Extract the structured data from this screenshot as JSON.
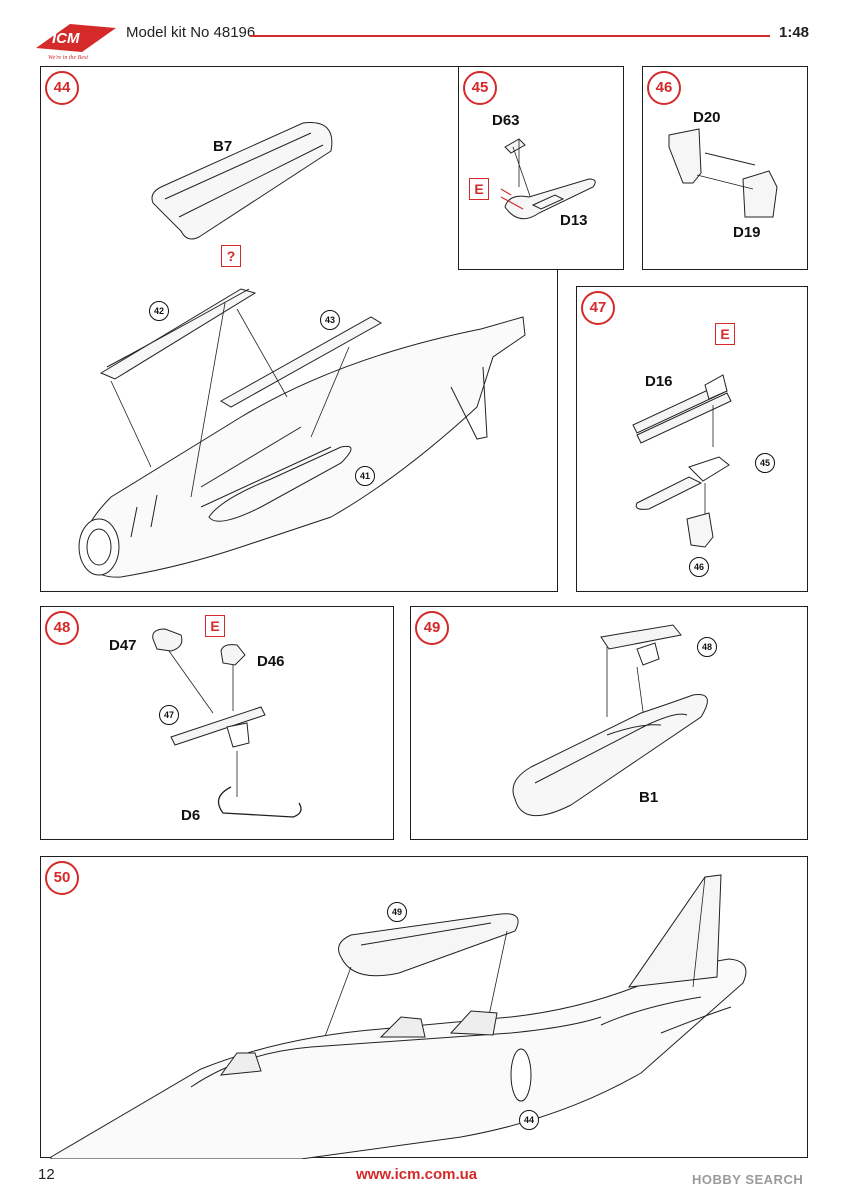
{
  "header": {
    "logo_text": "ICM",
    "logo_tagline": "We're in the Best",
    "title": "Model kit No 48196",
    "scale": "1:48"
  },
  "steps": {
    "s44": {
      "number": "44",
      "labels": {
        "b7": "B7",
        "query": "?",
        "r42": "42",
        "r43": "43",
        "r41": "41"
      }
    },
    "s45": {
      "number": "45",
      "labels": {
        "d63": "D63",
        "flag": "E",
        "d13": "D13"
      }
    },
    "s46": {
      "number": "46",
      "labels": {
        "d20": "D20",
        "d19": "D19"
      }
    },
    "s47": {
      "number": "47",
      "labels": {
        "flag": "E",
        "d16": "D16",
        "r45": "45",
        "r46": "46"
      }
    },
    "s48": {
      "number": "48",
      "labels": {
        "d47": "D47",
        "flag": "E",
        "d46": "D46",
        "r47": "47",
        "d6": "D6"
      }
    },
    "s49": {
      "number": "49",
      "labels": {
        "r48": "48",
        "b1": "B1"
      }
    },
    "s50": {
      "number": "50",
      "labels": {
        "r49": "49",
        "r44": "44"
      }
    }
  },
  "footer": {
    "page": "12",
    "url": "www.icm.com.ua",
    "watermark": "HOBBY SEARCH"
  },
  "colors": {
    "accent": "#d42a2a",
    "line": "#1e1e1e"
  }
}
